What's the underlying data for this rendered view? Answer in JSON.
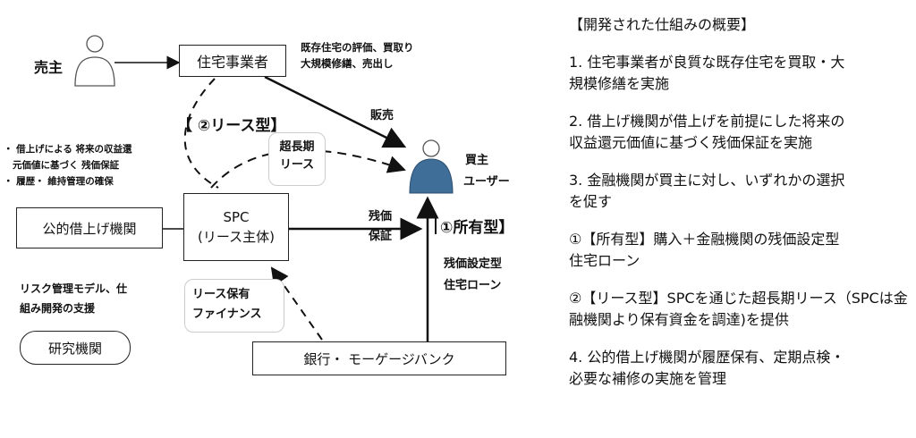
{
  "diagram": {
    "seller": "売主",
    "housing_company": "住宅事業者",
    "housing_company_note_line1": "既存住宅の評価、買取り",
    "housing_company_note_line2": "大規模修繕、売出し",
    "lease_type": "【 ②リース型】",
    "sale": "販売",
    "super_long_lease_line1": "超長期",
    "super_long_lease_line2": "リース",
    "buyer_line1": "買主",
    "buyer_line2": "ユーザー",
    "left_bullets_line1": "・ 借上げによる 将来の収益還",
    "left_bullets_line2": "元価値に基づく 残価保証",
    "left_bullets_line3": "・ 履歴・ 維持管理の確保",
    "public_leasing_org": "公的借上げ機関",
    "spc_line1": "SPC",
    "spc_line2": "(リース主体)",
    "residual_line1": "残価",
    "residual_line2": "保証",
    "ownership_type": "①所有型】",
    "residual_loan_line1": "残価設定型",
    "residual_loan_line2": "住宅ローン",
    "risk_support_line1": "リスク管理モデル、仕",
    "risk_support_line2": "組み開発の支援",
    "lease_finance_line1": "リース保有",
    "lease_finance_line2": "ファイナンス",
    "research_org": "研究機関",
    "bank": "銀行・ モーゲージバンク"
  },
  "summary": {
    "title": "【開発された仕組みの概要】",
    "item1_line1": "1. 住宅事業者が良質な既存住宅を買取・大",
    "item1_line2": "規模修繕を実施",
    "item2_line1": "2. 借上げ機関が借上げを前提にした将来の",
    "item2_line2": "収益還元価値に基づく残価保証を実施",
    "item3_line1": "3. 金融機関が買主に対し、いずれかの選択",
    "item3_line2": "を促す",
    "option1_line1": "①【所有型】購入＋金融機関の残価設定型",
    "option1_line2": "住宅ローン",
    "option2_line1": "②【リース型】SPCを通じた超長期リース（SPCは金",
    "option2_line2": "融機関より保有資金を調達)を提供",
    "item4_line1": "4. 公的借上げ機関が履歴保有、定期点検・",
    "item4_line2": "必要な補修の実施を管理"
  }
}
